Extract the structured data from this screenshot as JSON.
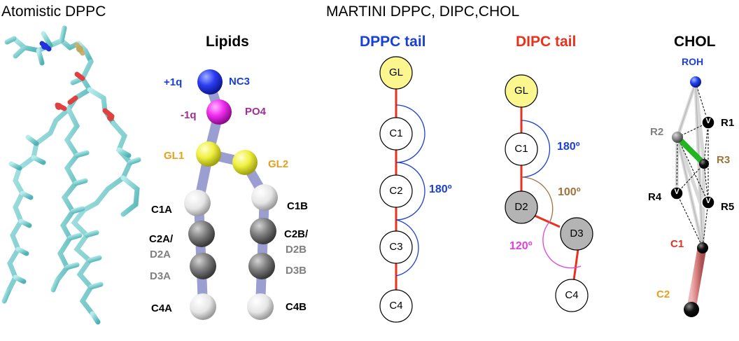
{
  "headers": {
    "atomistic": "Atomistic DPPC",
    "martini": "MARTINI DPPC, DIPC,CHOL",
    "lipids": "Lipids",
    "dppc_tail": "DPPC tail",
    "dipc_tail": "DIPC tail",
    "chol": "CHOL"
  },
  "lipid_labels": {
    "charge_pos": "+1q",
    "nc3": "NC3",
    "charge_neg": "-1q",
    "po4": "PO4",
    "gl1": "GL1",
    "gl2": "GL2",
    "c1a": "C1A",
    "c1b": "C1B",
    "c2a": "C2A/",
    "d2a": "D2A",
    "d3a": "D3A",
    "c2b": "C2B/",
    "d2b": "D2B",
    "d3b": "D3B",
    "c4a": "C4A",
    "c4b": "C4B"
  },
  "dppc_tail": {
    "beads": [
      "GL",
      "C1",
      "C2",
      "C3",
      "C4"
    ],
    "angle": "180º"
  },
  "dipc_tail": {
    "beads": [
      "GL",
      "C1",
      "D2",
      "D3",
      "C4"
    ],
    "angle_c1": "180º",
    "angle_d2": "100º",
    "angle_d3": "120º"
  },
  "chol": {
    "roh": "ROH",
    "r1": "R1",
    "r2": "R2",
    "r3": "R3",
    "r4": "R4",
    "r5": "R5",
    "c1": "C1",
    "c2": "C2",
    "virtual": "V"
  },
  "colors": {
    "blue": "#1a3fd6",
    "red": "#e8321e",
    "orange": "#e8a01c",
    "purple": "#a02d96",
    "grey": "#808080",
    "brown": "#a0723c",
    "magenta": "#e040e0",
    "yellow_bead": "#fbf68e",
    "grey_bead": "#b4b4b4"
  }
}
